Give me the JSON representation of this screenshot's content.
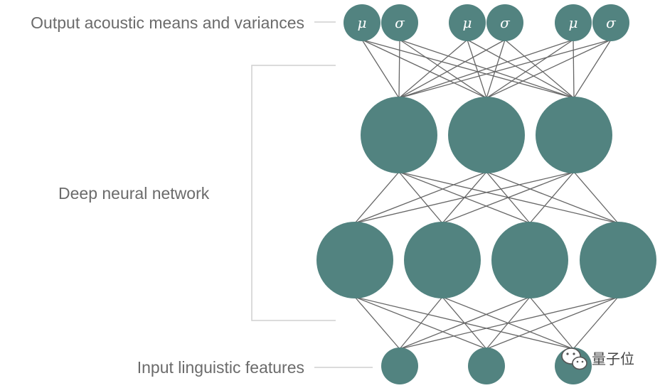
{
  "labels": {
    "output": "Output acoustic means and variances",
    "hidden": "Deep neural network",
    "input": "Input linguistic features"
  },
  "output_nodes": [
    {
      "symbol": "μ"
    },
    {
      "symbol": "σ"
    },
    {
      "symbol": "μ"
    },
    {
      "symbol": "σ"
    },
    {
      "symbol": "μ"
    },
    {
      "symbol": "σ"
    }
  ],
  "hidden_layers": [
    {
      "count": 3
    },
    {
      "count": 4
    }
  ],
  "input_nodes": {
    "count": 3
  },
  "colors": {
    "node": "#528380",
    "edge": "#666666",
    "label": "#6b6b6b",
    "leader": "#cfcfcf"
  },
  "watermark": {
    "icon": "wechat-icon",
    "text": "量子位"
  }
}
